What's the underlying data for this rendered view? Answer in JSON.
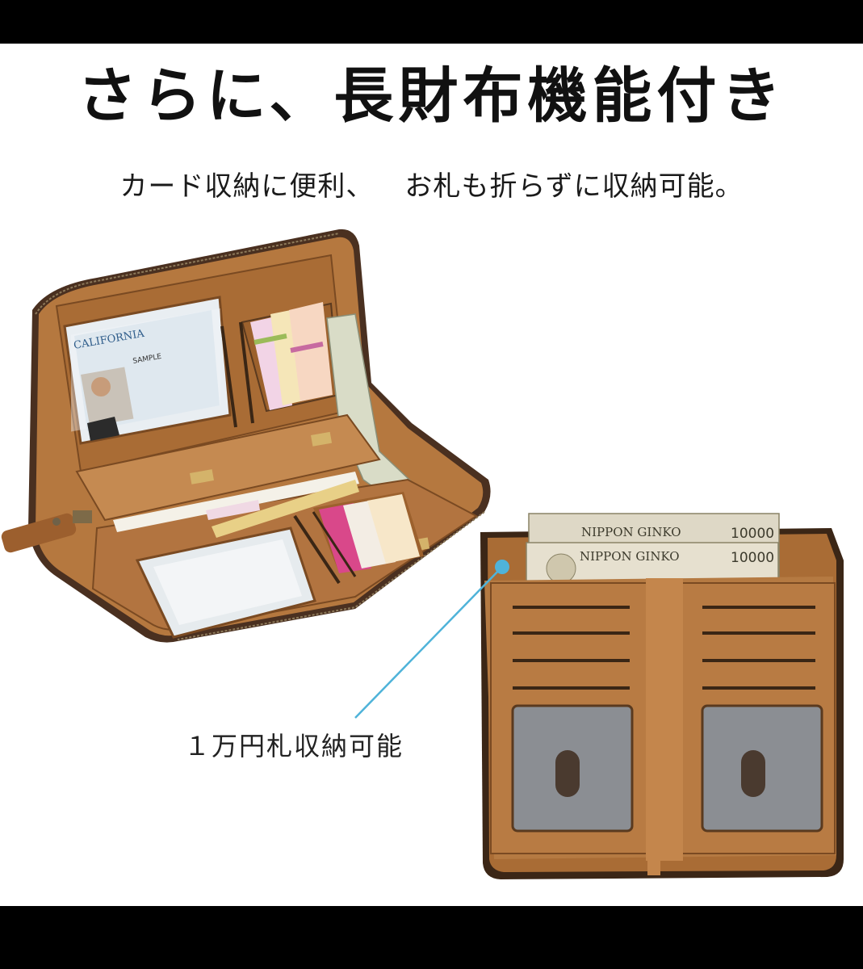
{
  "headline": "さらに、長財布機能付き",
  "subtitle_part1": "カード収納に便利、",
  "subtitle_part2": "お札も折らずに収納可能。",
  "callout_label": "１万円札収納可能",
  "license_card": {
    "state": "CALIFORNIA",
    "name": "SAMPLE"
  },
  "banknote": {
    "issuer": "NIPPON GINKO",
    "value": "10000"
  },
  "colors": {
    "leather": "#b5783f",
    "leather_dark": "#8a5527",
    "zipper": "#5b3a1f",
    "callout_line": "#4fb3d9"
  }
}
